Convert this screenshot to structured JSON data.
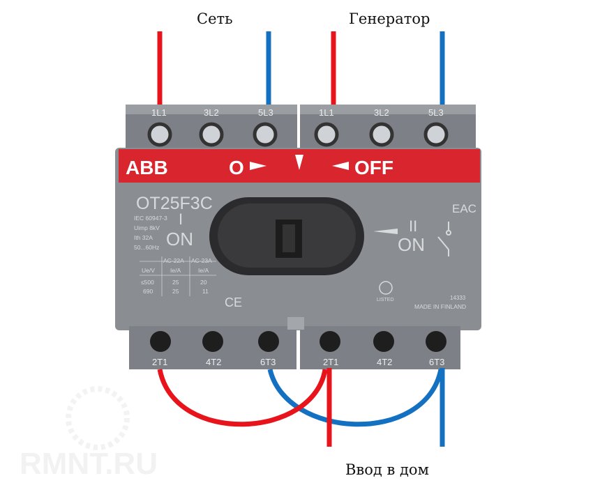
{
  "labels": {
    "grid": "Сеть",
    "generator": "Генератор",
    "house_input": "Ввод в дом"
  },
  "top_terminals": [
    "1L1",
    "3L2",
    "5L3",
    "1L1",
    "3L2",
    "5L3"
  ],
  "bottom_terminals": [
    "2T1",
    "4T2",
    "6T3",
    "2T1",
    "4T2",
    "6T3"
  ],
  "band": {
    "brand": "ABB",
    "pos_o": "O",
    "pos_off": "OFF"
  },
  "body": {
    "model": "OT25F3C",
    "specs": [
      "IEC 60947-3",
      "Uimp 8kV",
      "Ith 32A",
      "50...60Hz"
    ],
    "pos1_roman": "I",
    "pos1_on": "ON",
    "pos2_roman": "II",
    "pos2_on": "ON",
    "table_headers": [
      "Ue/V",
      "AC-22A",
      "AC-23A"
    ],
    "table_sub": "Ie/A",
    "table_rows": [
      [
        "≤500",
        "25",
        "20"
      ],
      [
        "690",
        "25",
        "11"
      ]
    ],
    "ce": "CE",
    "eac": "EAC",
    "ul": "LISTED",
    "code": "14333",
    "made_in": "MADE IN FINLAND"
  },
  "watermark": "RMNT.RU",
  "colors": {
    "phase": "#e8141c",
    "neutral": "#1470c0",
    "band": "#d9262e",
    "body": "#8a8d92"
  }
}
